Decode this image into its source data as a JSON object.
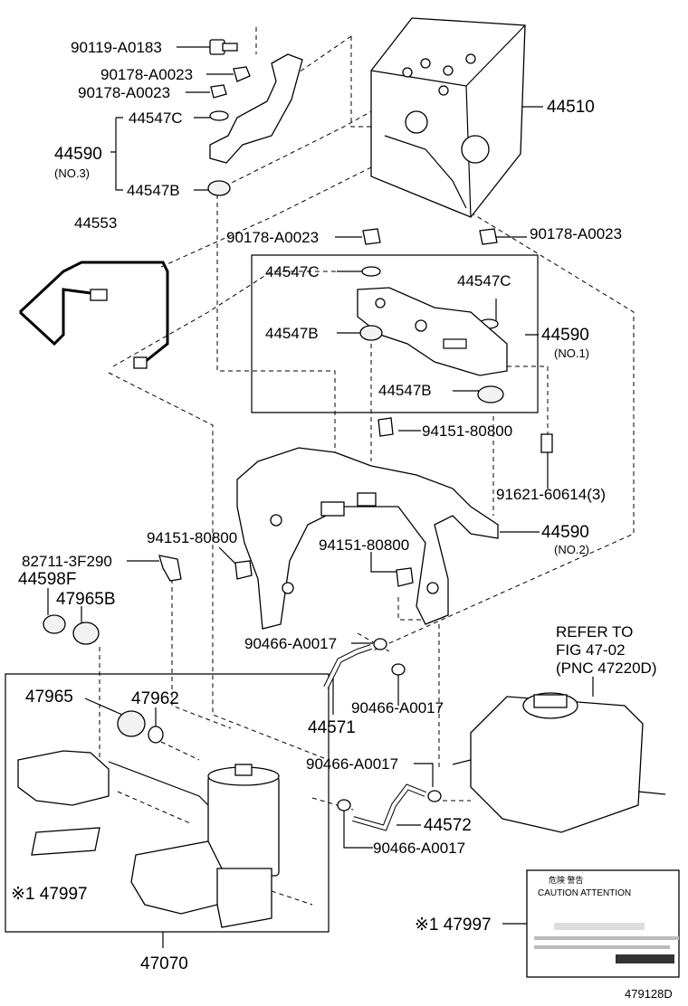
{
  "callouts": {
    "p90119_A0183": "90119-A0183",
    "p90178_A0023_a": "90178-A0023",
    "p90178_A0023_b": "90178-A0023",
    "p44547C_a": "44547C",
    "p44590_a": "44590",
    "p44590_a_note": "(NO.3)",
    "p44547B_a": "44547B",
    "p44510": "44510",
    "p44553": "44553",
    "p90178_A0023_c": "90178-A0023",
    "p90178_A0023_d": "90178-A0023",
    "p44547C_b": "44547C",
    "p44547C_c": "44547C",
    "p44547B_b": "44547B",
    "p44590_b": "44590",
    "p44590_b_note": "(NO.1)",
    "p44547B_c": "44547B",
    "p94151_80800_a": "94151-80800",
    "p91621_60614": "91621-60614(3)",
    "p94151_80800_b": "94151-80800",
    "p44590_c": "44590",
    "p44590_c_note": "(NO.2)",
    "p94151_80800_c": "94151-80800",
    "p82711_3F290": "82711-3F290",
    "p44598F": "44598F",
    "p47965B": "47965B",
    "p90466_A0017_a": "90466-A0017",
    "p44571": "44571",
    "p90466_A0017_b": "90466-A0017",
    "refer_1": "REFER TO",
    "refer_2": "FIG 47-02",
    "refer_3": "(PNC 47220D)",
    "p47965": "47965",
    "p47962": "47962",
    "p90466_A0017_c": "90466-A0017",
    "p44572": "44572",
    "p90466_A0017_d": "90466-A0017",
    "p47997_a": "※1 47997",
    "p47070": "47070",
    "p47997_b": "※1 47997",
    "caution_label_1": "危険   警告",
    "caution_label_2": "CAUTION  ATTENTION",
    "figure_id": "479128D"
  }
}
